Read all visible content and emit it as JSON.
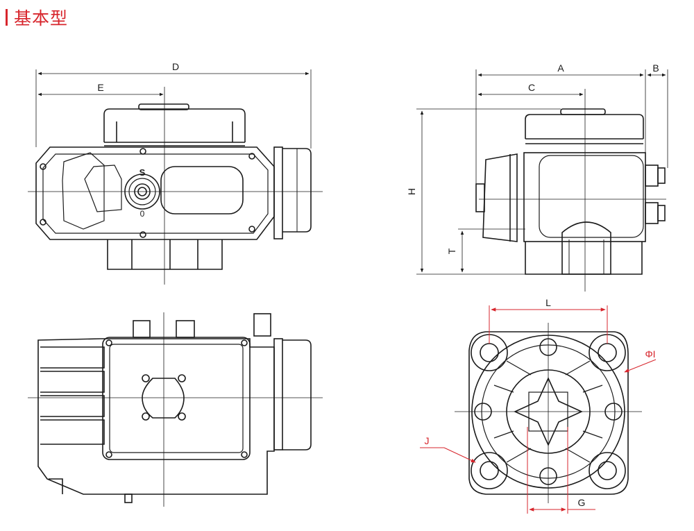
{
  "header": {
    "title": "基本型"
  },
  "colors": {
    "accent": "#d7252c",
    "line": "#1a1a1a",
    "dim_line": "#d7252c"
  },
  "labels": {
    "D": "D",
    "E": "E",
    "A": "A",
    "B": "B",
    "C": "C",
    "H": "H",
    "T": "T",
    "L": "L",
    "PhiI": "ΦI",
    "J": "J",
    "G": "G"
  },
  "front_view": {
    "knob_top": "S",
    "knob_bottom": "0"
  }
}
